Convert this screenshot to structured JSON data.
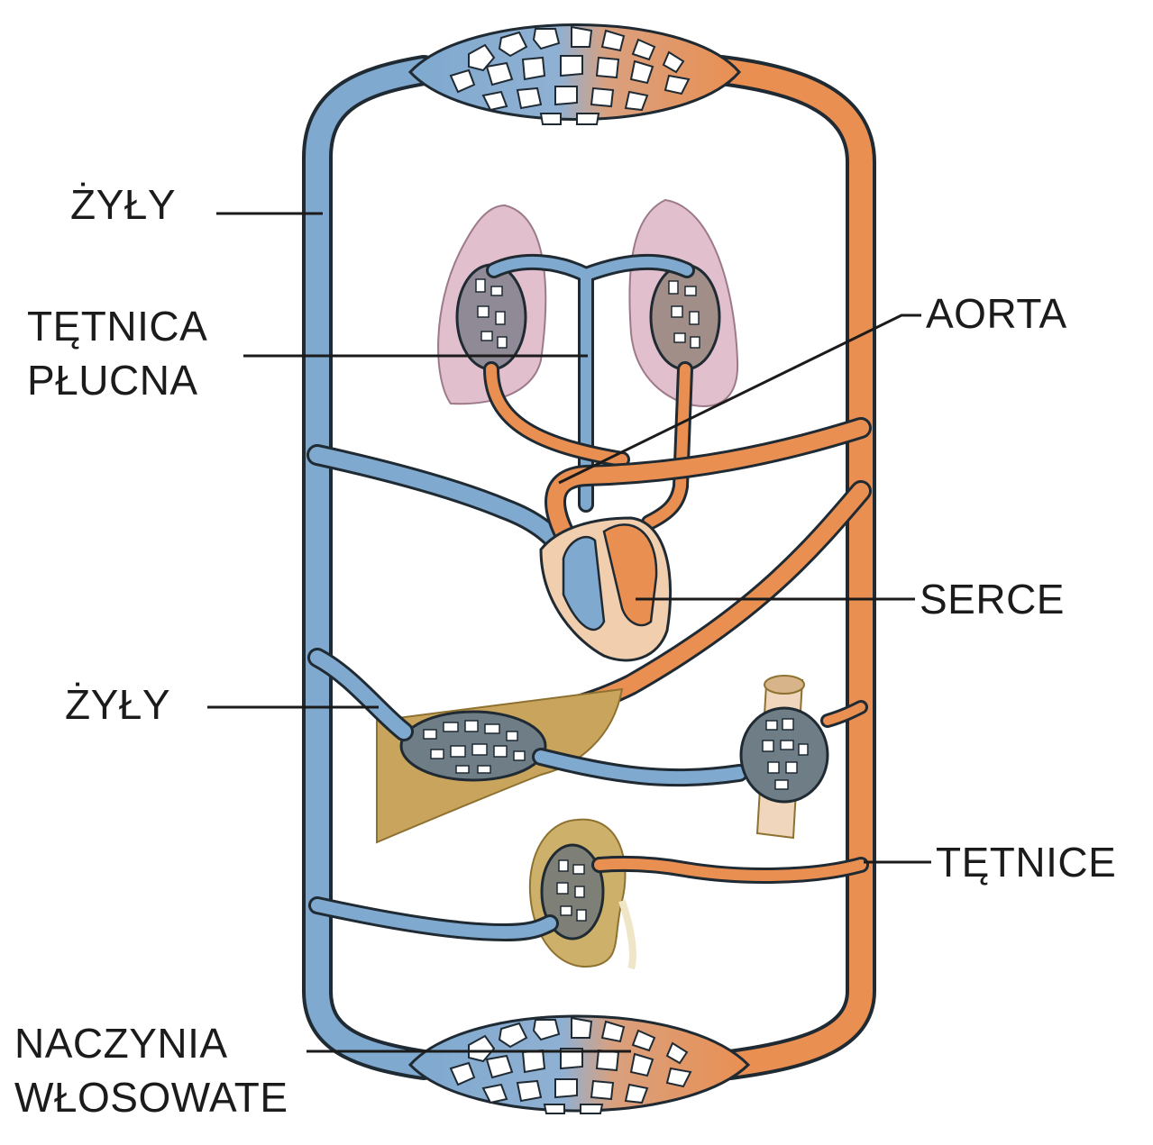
{
  "labels": {
    "veins_top": "ŻYŁY",
    "pulmonary_artery": [
      "TĘTNICA",
      "PŁUCNA"
    ],
    "aorta": "AORTA",
    "heart": "SERCE",
    "veins_middle": "ŻYŁY",
    "arteries": "TĘTNICE",
    "capillaries": [
      "NACZYNIA",
      "WŁOSOWATE"
    ]
  },
  "colors": {
    "vein_blue": "#7fa9cf",
    "artery_orange": "#e98f52",
    "outline": "#1f2a33",
    "lung_pink": "#e2bfcd",
    "liver_tan": "#c9a45c",
    "kidney_tan": "#cdb06a",
    "heart_skin": "#f1cfae"
  }
}
